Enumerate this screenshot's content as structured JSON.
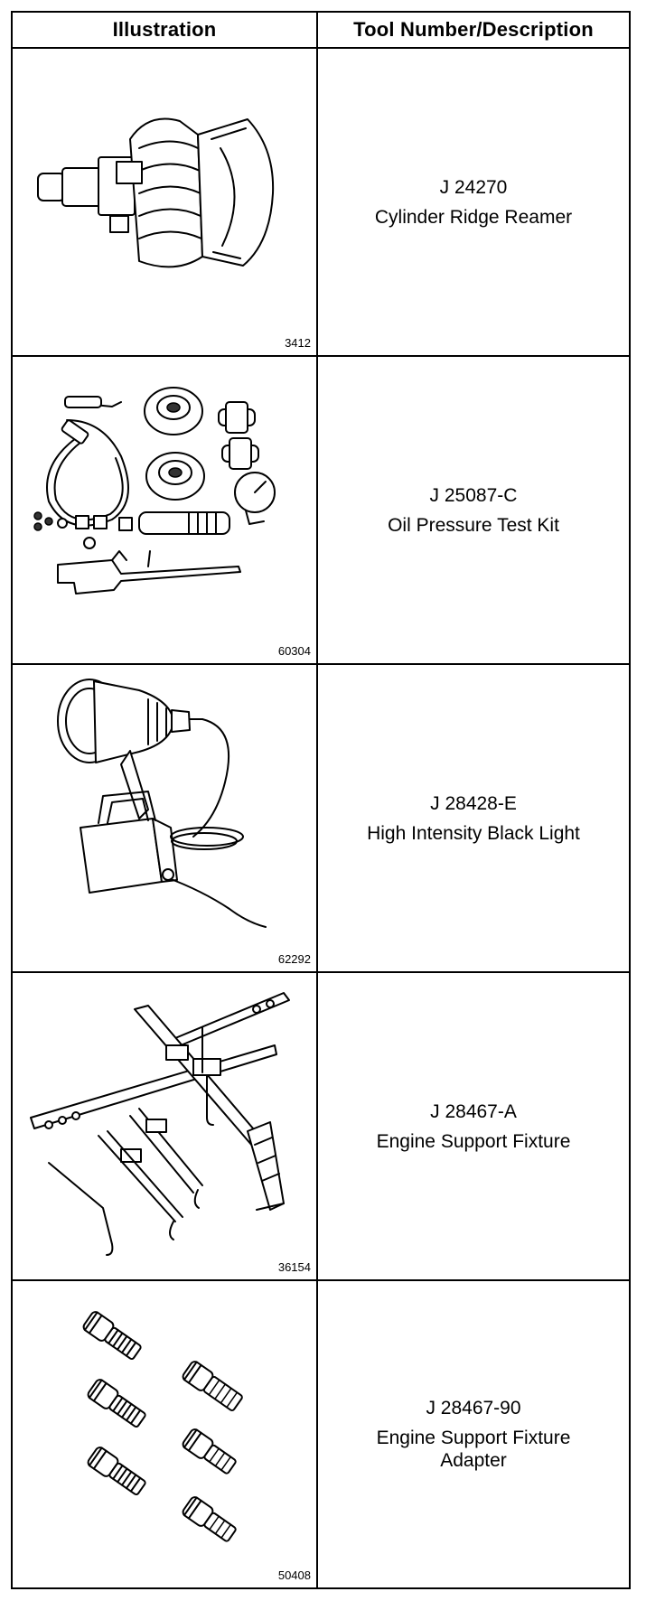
{
  "table": {
    "header": {
      "col1": "Illustration",
      "col2": "Tool Number/Description"
    },
    "rows": [
      {
        "figure_number": "3412",
        "tool_number": "J 24270",
        "description": "Cylinder Ridge Reamer",
        "illustration": "ridge-reamer-drawing"
      },
      {
        "figure_number": "60304",
        "tool_number": "J 25087-C",
        "description": "Oil Pressure Test Kit",
        "illustration": "test-kit-drawing"
      },
      {
        "figure_number": "62292",
        "tool_number": "J 28428-E",
        "description": "High Intensity Black Light",
        "illustration": "black-light-drawing"
      },
      {
        "figure_number": "36154",
        "tool_number": "J 28467-A",
        "description": "Engine Support Fixture",
        "illustration": "support-fixture-drawing"
      },
      {
        "figure_number": "50408",
        "tool_number": "J 28467-90",
        "description": "Engine Support Fixture\nAdapter",
        "illustration": "fixture-adapter-drawing"
      }
    ]
  }
}
